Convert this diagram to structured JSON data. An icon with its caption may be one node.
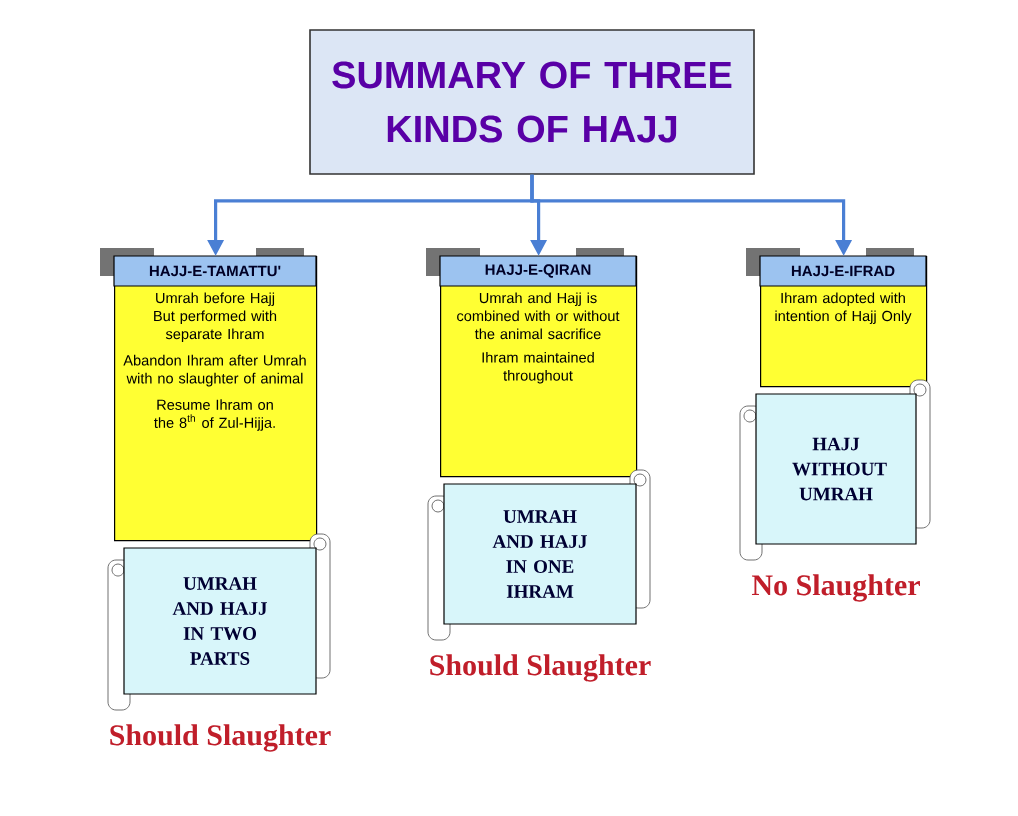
{
  "diagram": {
    "nodes": [
      {
        "text": [
          "SUMMARY OF THREE KINDS OF HAJJ"
        ]
      },
      {
        "text": [
          "HAJJ-E-TAMATTU'",
          "Umrah before Hajj But performed with separate Ihram",
          "Abandon Ihram after Umrah with no slaughter of animal",
          "Resume Ihram on the 8$^{th}$ of Zul-Hijja."
        ]
      },
      {
        "text": [
          "HAJJ-E-QIRAN",
          "Umrah and Hajj is combined with or without the animal sacrifice",
          "Ihram maintained throughout"
        ]
      },
      {
        "text": [
          "HAJJ-E-IFRAD",
          "Ihram adopted with intention of Hajj Only"
        ]
      },
      {
        "text": [
          "UMRAH AND HAJJ IN TWO PARTS"
        ],
        "beside": [
          "Should Slaughter"
        ]
      },
      {
        "text": [
          "UMRAH AND HAJJ IN ONE IHRAM"
        ],
        "beside": [
          "Should Slaughter"
        ]
      },
      {
        "text": [
          "HAJJ WITHOUT UMRAH"
        ],
        "beside": [
          "No Slaughter"
        ]
      }
    ],
    "edges": [
      {
        "from": 0,
        "to": 1,
        "arrow": "to"
      },
      {
        "from": 0,
        "to": 2,
        "arrow": "to"
      },
      {
        "from": 0,
        "to": 3,
        "arrow": "to"
      }
    ]
  }
}
